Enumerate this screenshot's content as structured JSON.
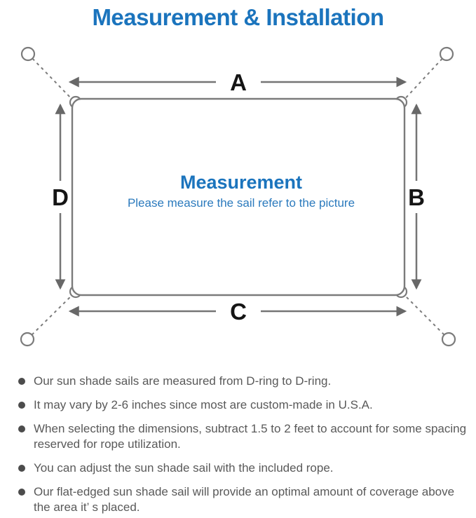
{
  "title": "Measurement & Installation",
  "diagram": {
    "label_a": "A",
    "label_b": "B",
    "label_c": "C",
    "label_d": "D",
    "center_title": "Measurement",
    "center_subtitle": "Please measure the sail refer to the picture",
    "colors": {
      "accent_blue": "#1b74bd",
      "subtitle_blue": "#2b7abd",
      "line_gray": "#7b7b7b",
      "arrow_gray": "#686868",
      "label_black": "#151515"
    }
  },
  "bullets": [
    "Our sun shade sails are measured from D-ring to D-ring.",
    "It may vary by 2-6 inches since most are custom-made in U.S.A.",
    "When selecting the dimensions, subtract 1.5 to 2 feet to account for some spacing reserved for rope utilization.",
    "You can adjust the sun shade sail with the included rope.",
    "Our flat-edged sun shade sail will provide an optimal amount of coverage above the area it’ s placed."
  ]
}
